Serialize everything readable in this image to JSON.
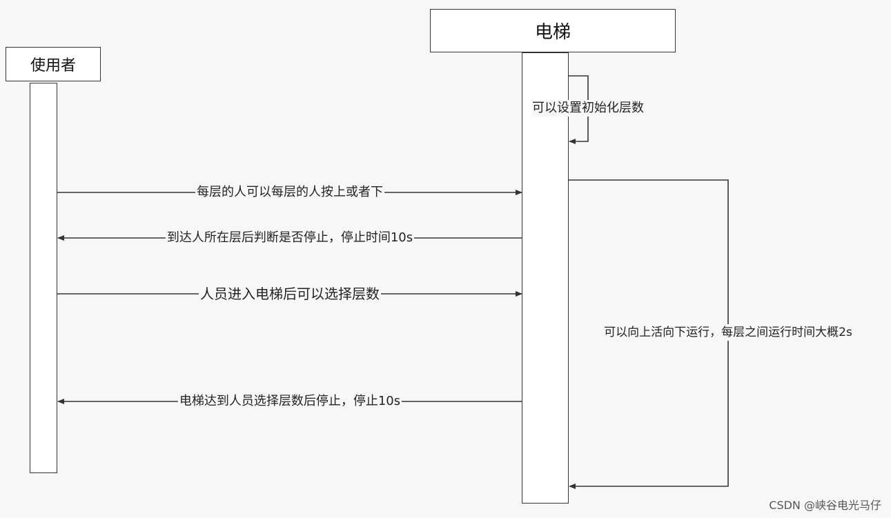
{
  "participants": {
    "user": "使用者",
    "elevator": "电梯"
  },
  "self_message": "可以设置初始化层数",
  "messages": [
    {
      "text": "每层的人可以每层的人按上或者下",
      "direction": "user-to-elevator"
    },
    {
      "text": "到达人所在层后判断是否停止，停止时间10s",
      "direction": "elevator-to-user"
    },
    {
      "text": "人员进入电梯后可以选择层数",
      "direction": "user-to-elevator"
    },
    {
      "text": "电梯达到人员选择层数后停止，停止10s",
      "direction": "elevator-to-user"
    }
  ],
  "loop_message": "可以向上活向下运行，每层之间运行时间大概2s",
  "watermark": "CSDN @峡谷电光马仔",
  "colors": {
    "line": "#333333",
    "background": "#f7f7f7",
    "box": "#ffffff"
  }
}
